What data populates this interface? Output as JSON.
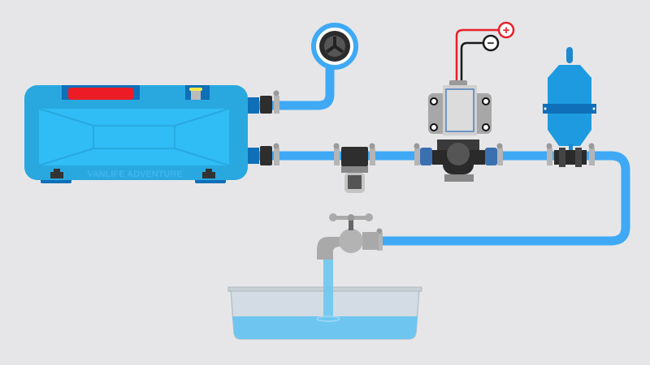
{
  "diagram": {
    "tank": {
      "label": "VANLIFE ADVENTURE"
    },
    "power": {
      "positive_symbol": "+",
      "negative_symbol": "−"
    },
    "components": [
      "water-tank",
      "tank-gauge",
      "inline-filter",
      "water-pump",
      "accumulator-tank",
      "faucet",
      "basin"
    ]
  },
  "colors": {
    "background": "#e6e6e8",
    "tank": "#29a8e0",
    "tank_panel": "#30bcf4",
    "pipe": "#3fa9f5",
    "coupling": "#0f6fb8",
    "positive_wire": "#e8202a",
    "negative_wire": "#1a1a1a",
    "water": "#6ec6f0"
  }
}
